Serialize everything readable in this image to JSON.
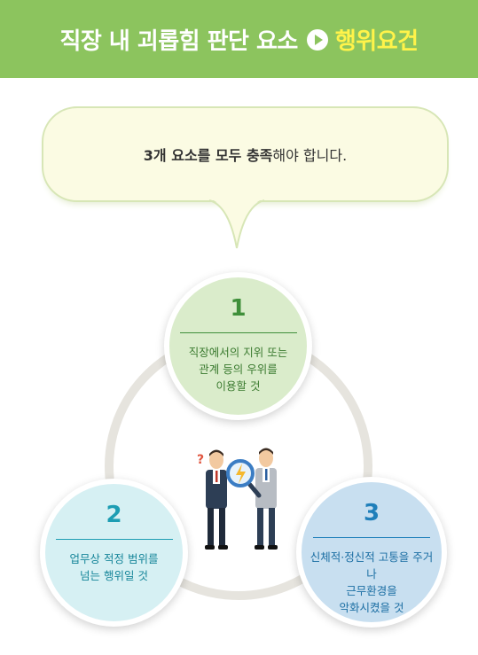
{
  "header": {
    "title_main": "직장 내 괴롭힘 판단 요소",
    "arrow_icon": "play-circle-icon",
    "title_accent": "행위요건"
  },
  "bubble": {
    "text_bold": "3개 요소를 모두 충족",
    "text_rest": "해야 합니다."
  },
  "elements": [
    {
      "number": "1",
      "lines": [
        "직장에서의 지위 또는",
        "관계 등의 우위를",
        "이용할 것"
      ]
    },
    {
      "number": "2",
      "lines": [
        "업무상 적정 범위를",
        "넘는 행위일 것"
      ]
    },
    {
      "number": "3",
      "lines": [
        "신체적·정신적 고통을 주거나",
        "근무환경을",
        "악화시켰을 것"
      ]
    }
  ],
  "illustration": {
    "question_mark": "?",
    "icon": "two-men-magnifying-glass-icon"
  },
  "colors": {
    "header_bg": "#8cc45e",
    "header_accent": "#fff34a",
    "element1": "#daeccb",
    "element2": "#d6f0f3",
    "element3": "#c8dff0"
  }
}
